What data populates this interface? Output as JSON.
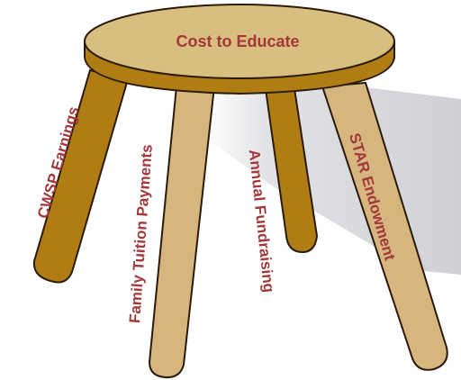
{
  "title": "Cost to Educate",
  "legs": [
    {
      "label": "CWSP Earnings"
    },
    {
      "label": "Family Tuition Payments"
    },
    {
      "label": "Annual Fundraising"
    },
    {
      "label": "STAR Endowment"
    }
  ],
  "colors": {
    "seat": "#d9bf7f",
    "wood_dark": "#b07d14",
    "wood_light": "#d6b67e",
    "outline": "#2a1a08",
    "text": "#a3383a",
    "shadow": "#c9cbd1"
  }
}
